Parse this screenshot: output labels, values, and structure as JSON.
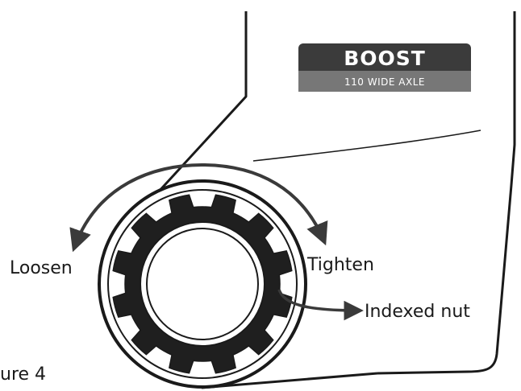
{
  "badge": {
    "title": "BOOST",
    "subtitle": "110 WIDE AXLE"
  },
  "labels": {
    "loosen": "Loosen",
    "tighten": "Tighten",
    "indexed_nut": "Indexed nut",
    "figure_caption": "ure 4"
  },
  "colors": {
    "line": "#1a1a1a",
    "arrow": "#3a3a3a",
    "nut_fill": "#1f1f1f",
    "badge_top": "#3b3b3b",
    "badge_bottom": "#777777"
  }
}
